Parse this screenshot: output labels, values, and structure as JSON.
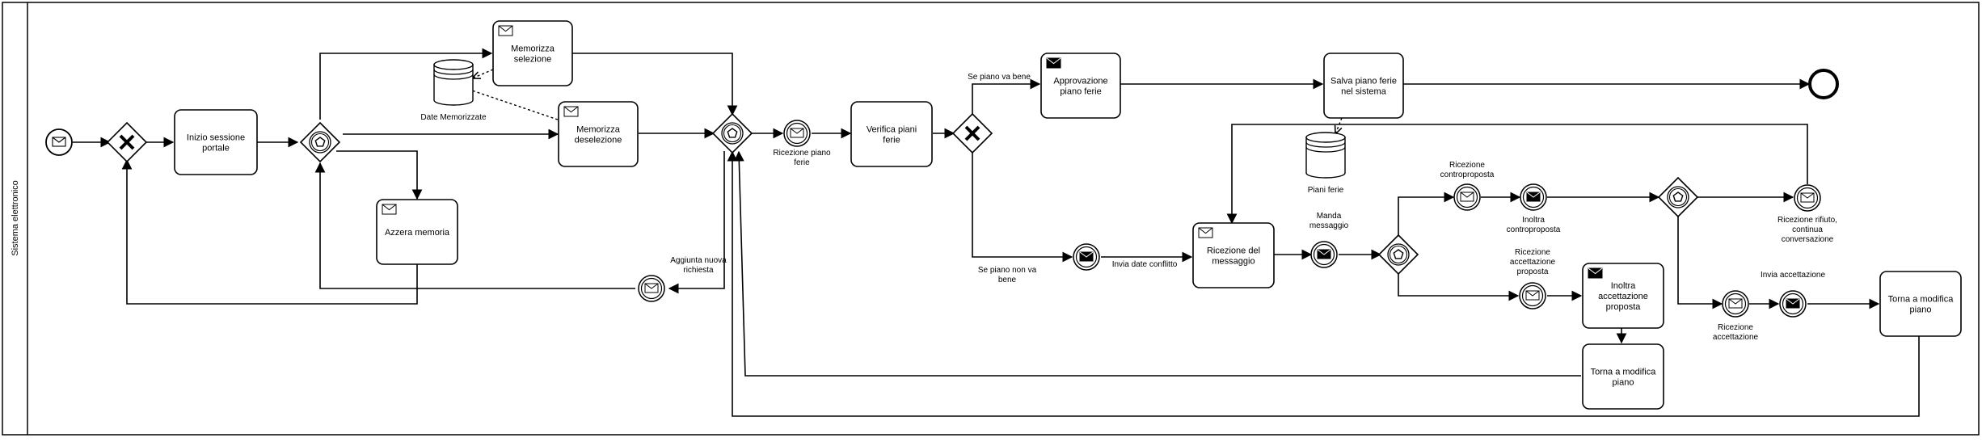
{
  "pool": {
    "label": "Sistema elettronico"
  },
  "tasks": {
    "inizio_sessione": {
      "lines": [
        "Inizio sessione",
        "portale"
      ]
    },
    "memorizza_selezione": {
      "lines": [
        "Memorizza",
        "selezione"
      ]
    },
    "memorizza_deselezione": {
      "lines": [
        "Memorizza",
        "deselezione"
      ]
    },
    "azzera_memoria": {
      "lines": [
        "Azzera memoria"
      ]
    },
    "verifica_piani": {
      "lines": [
        "Verifica piani",
        "ferie"
      ]
    },
    "approvazione": {
      "lines": [
        "Approvazione",
        "piano ferie"
      ]
    },
    "salva_piano": {
      "lines": [
        "Salva piano ferie",
        "nel sistema"
      ]
    },
    "ricezione_messaggio": {
      "lines": [
        "Ricezione del",
        "messaggio"
      ]
    },
    "inoltra_accettazione": {
      "lines": [
        "Inoltra",
        "accettazione",
        "proposta"
      ]
    },
    "torna_modifica_1": {
      "lines": [
        "Torna a modifica",
        "piano"
      ]
    },
    "torna_modifica_2": {
      "lines": [
        "Torna a modifica",
        "piano"
      ]
    }
  },
  "data_stores": {
    "date_memorizzate": {
      "label": "Date Memorizzate"
    },
    "piani_ferie": {
      "label": "Piani ferie"
    }
  },
  "event_labels": {
    "ricezione_piano": [
      "Ricezione piano",
      "ferie"
    ],
    "aggiunta_richiesta": [
      "Aggiunta nuova",
      "richiesta"
    ],
    "invia_date": [
      "Invia date conflitto"
    ],
    "manda_messaggio": [
      "Manda",
      "messaggio"
    ],
    "ricezione_controproposta": [
      "Ricezione",
      "controproposta"
    ],
    "inoltra_controproposta": [
      "Inoltra",
      "controproposta"
    ],
    "ricezione_accettazione_proposta": [
      "Ricezione",
      "accettazione",
      "proposta"
    ],
    "ricezione_rifiuto": [
      "Ricezione rifiuto,",
      "continua",
      "conversazione"
    ],
    "ricezione_accettazione": [
      "Ricezione",
      "accettazione"
    ],
    "invia_accettazione": [
      "Invia accettazione"
    ]
  },
  "flow_labels": {
    "se_piano_va_bene": [
      "Se piano va bene"
    ],
    "se_piano_non_va_bene": [
      "Se piano non va",
      "bene"
    ]
  }
}
